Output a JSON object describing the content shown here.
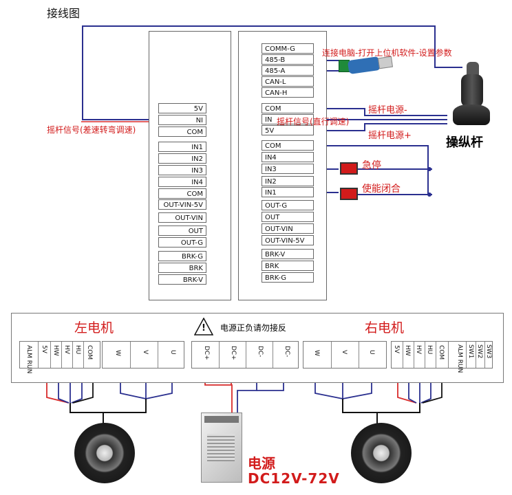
{
  "title": "接线图",
  "left_board": {
    "group1": [
      "5V",
      "NI",
      "COM"
    ],
    "group2": [
      "IN1",
      "IN2",
      "IN3",
      "IN4",
      "COM"
    ],
    "group3": [
      "OUT-VIN-5V",
      "OUT-VIN",
      "OUT",
      "OUT-G"
    ],
    "group4": [
      "BRK-G",
      "BRK",
      "BRK-V"
    ]
  },
  "right_board": {
    "group1": [
      "COMM-G",
      "485-B",
      "485-A",
      "CAN-L",
      "CAN-H"
    ],
    "group2": [
      "COM",
      "IN",
      "5V"
    ],
    "group3": [
      "COM",
      "IN4",
      "IN3",
      "IN2",
      "IN1"
    ],
    "group4": [
      "OUT-G",
      "OUT",
      "OUT-VIN",
      "OUT-VIN-5V"
    ],
    "group5": [
      "BRK-V",
      "BRK",
      "BRK-G"
    ]
  },
  "labels": {
    "joystick_signal_diff": "摇杆信号(差速转弯调速)",
    "joystick_signal_straight": "摇杆信号(直行调速)",
    "pc_connect": "连接电脑-打开上位机软件-设置参数",
    "stick_power_minus": "摇杆电源-",
    "stick_power_plus": "摇杆电源+",
    "joystick": "操纵杆",
    "estop": "急停",
    "enable": "使能闭合",
    "left_motor": "左电机",
    "right_motor": "右电机",
    "warning": "电源正负请勿接反",
    "warning_symbol": "!",
    "power": "电源",
    "power_spec": "DC12V-72V"
  },
  "terminals": {
    "left_signal": [
      "ALM RUN",
      "5V",
      "HW",
      "HV",
      "HU",
      "COM"
    ],
    "left_phase": [
      "W",
      "V",
      "U"
    ],
    "dc": [
      "DC+",
      "DC+",
      "DC-",
      "DC-"
    ],
    "right_phase": [
      "W",
      "V",
      "U"
    ],
    "right_signal": [
      "5V",
      "HW",
      "HV",
      "HU",
      "COM",
      "ALM RUN",
      "SW1",
      "SW2",
      "SW3"
    ]
  },
  "colors": {
    "red": "#d21b1b",
    "wire_blue": "#2a2f8f",
    "wire_red": "#d82a2a",
    "wire_black": "#111111"
  }
}
